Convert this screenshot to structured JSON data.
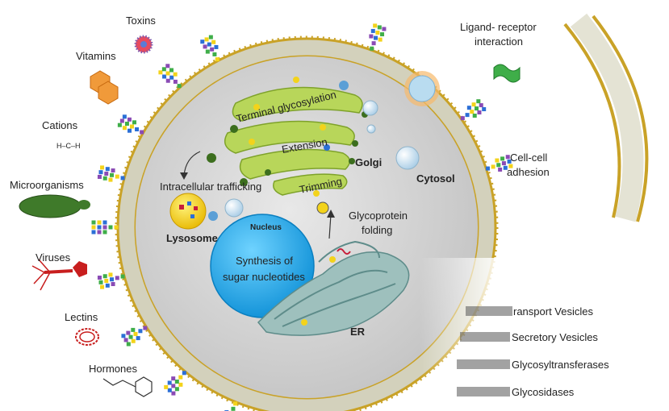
{
  "outside_labels": {
    "toxins": "Toxins",
    "vitamins": "Vitamins",
    "cations": "Cations",
    "microorganisms": "Microorganisms",
    "viruses": "Viruses",
    "lectins": "Lectins",
    "hormones": "Hormones",
    "ligand_receptor_line1": "Ligand- receptor",
    "ligand_receptor_line2": "interaction",
    "cell_cell_line1": "Cell-cell",
    "cell_cell_line2": "adhesion"
  },
  "cell_labels": {
    "terminal_glycosylation": "Terminal glycosylation",
    "extension": "Extension",
    "trimming": "Trimming",
    "golgi": "Golgi",
    "cytosol": "Cytosol",
    "intracellular_trafficking": "Intracellular trafficking",
    "lysosome": "Lysosome",
    "nucleus": "Nucleus",
    "synthesis_line1": "Synthesis of",
    "synthesis_line2": "sugar nucleotides",
    "glycoprotein_line1": "Glycoprotein",
    "glycoprotein_line2": "folding",
    "er": "ER",
    "cation_formula": "H–C–H"
  },
  "legend": {
    "transport_vesicles": "ransport Vesicles",
    "secretory_vesicles": "Secretory Vesicles",
    "glycosyltransferases": "Glycosyltransferases",
    "glycosidases": "Glycosidases"
  },
  "colors": {
    "membrane_gold": "#c9a227",
    "membrane_inner": "#d9d7c2",
    "cytoplasm": "#d2d2d2",
    "golgi_green": "#b8d65a",
    "nucleus_blue": "#1ea7e8",
    "er_teal": "#8fb5b5",
    "lysosome_yellow": "#f2d32a",
    "glycan_blue": "#2b6fd6",
    "glycan_yellow": "#f3d31b",
    "glycan_green": "#3fae49",
    "glycan_purple": "#8a4bb5"
  }
}
